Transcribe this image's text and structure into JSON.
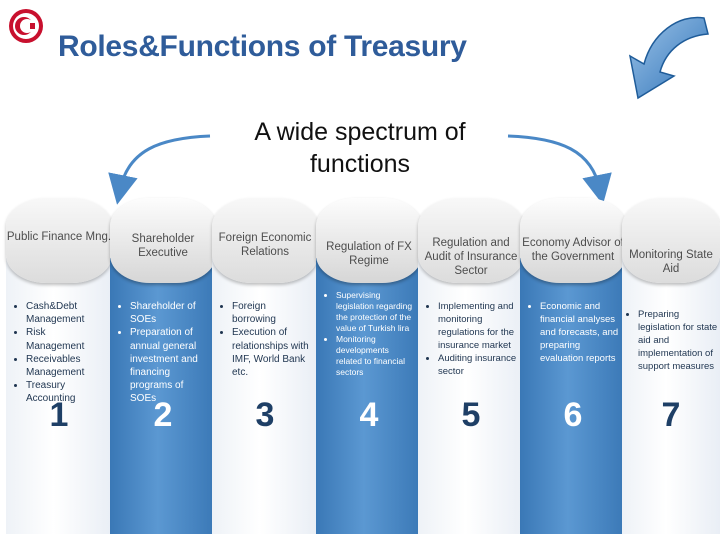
{
  "header": {
    "title": "Roles&Functions of Treasury",
    "subtitle": "A wide spectrum of functions"
  },
  "colors": {
    "title": "#2f5c9a",
    "blue_column": "#4a88c6",
    "arrow": "#4a88c6"
  },
  "icons": {
    "logo": "crescent-star-logo-icon",
    "corner": "curved-arrow-icon"
  },
  "columns": [
    {
      "heading": "Public Finance Mng.",
      "items": [
        "Cash&Debt Management",
        "Risk Management",
        "Receivables Management",
        "Treasury Accounting"
      ],
      "number": "1"
    },
    {
      "heading": "Shareholder Executive",
      "items": [
        "Shareholder of SOEs",
        "Preparation of annual general investment and financing programs of SOEs"
      ],
      "number": "2"
    },
    {
      "heading": "Foreign Economic Relations",
      "items": [
        "Foreign borrowing",
        "Execution of relationships with IMF, World Bank etc."
      ],
      "number": "3"
    },
    {
      "heading": "Regulation of FX Regime",
      "items": [
        "Supervising legislation regarding the protection of the value of Turkish lira",
        "Monitoring developments related to financial sectors"
      ],
      "number": "4"
    },
    {
      "heading": "Regulation and Audit of Insurance Sector",
      "items": [
        "Implementing and monitoring regulations for the insurance market",
        "Auditing insurance sector"
      ],
      "number": "5"
    },
    {
      "heading": "Economy Advisor of the Government",
      "items": [
        "Economic and financial analyses and forecasts, and preparing evaluation reports"
      ],
      "number": "6"
    },
    {
      "heading": "Monitoring State Aid",
      "items": [
        "Preparing legislation for state aid and implementation of support measures"
      ],
      "number": "7"
    }
  ]
}
